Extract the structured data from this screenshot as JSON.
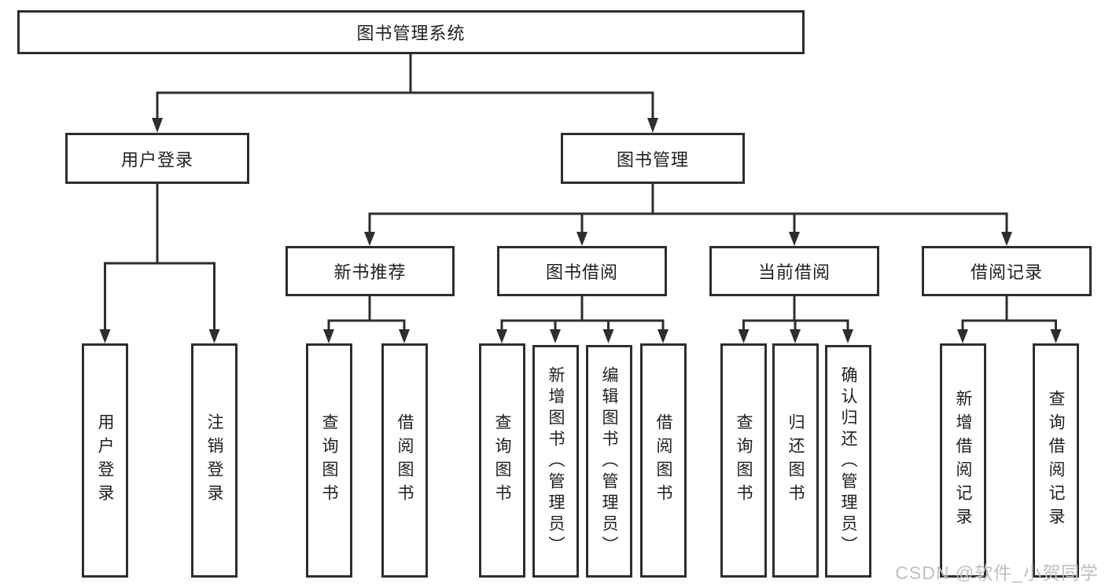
{
  "diagram": {
    "root": {
      "label": "图书管理系统"
    },
    "level2": [
      {
        "label": "用户登录"
      },
      {
        "label": "图书管理"
      }
    ],
    "level3": [
      {
        "label": "新书推荐"
      },
      {
        "label": "图书借阅"
      },
      {
        "label": "当前借阅"
      },
      {
        "label": "借阅记录"
      }
    ],
    "leaves": {
      "user_login": [
        "用户登录",
        "注销登录"
      ],
      "new_book": [
        "查询图书",
        "借阅图书"
      ],
      "book_borrow": [
        "查询图书",
        "新增图书（管理员）",
        "编辑图书（管理员）",
        "借阅图书"
      ],
      "current_borrow": [
        "查询图书",
        "归还图书",
        "确认归还（管理员）"
      ],
      "borrow_record": [
        "新增借阅记录",
        "查询借阅记录"
      ]
    },
    "watermark": "CSDN @软件_小贺同学",
    "colors": {
      "line": "#2e2e2e",
      "text": "#1f1f1f",
      "watermark": "#bfbfbf",
      "background": "#ffffff"
    }
  }
}
